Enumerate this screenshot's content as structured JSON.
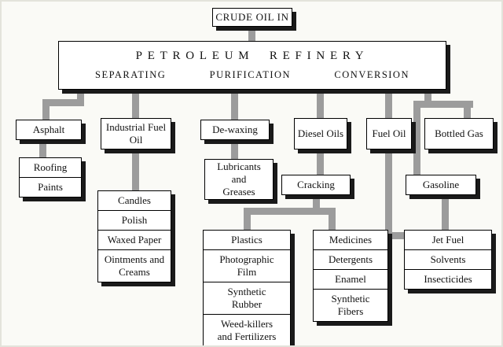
{
  "diagram": {
    "crude": "CRUDE OIL IN",
    "refinery": {
      "title": "PETROLEUM REFINERY",
      "processes": [
        "SEPARATING",
        "PURIFICATION",
        "CONVERSION"
      ]
    },
    "products": {
      "asphalt": "Asphalt",
      "industrial_fuel_oil": "Industrial Fuel Oil",
      "de_waxing": "De-waxing",
      "diesel_oils": "Diesel Oils",
      "fuel_oil": "Fuel Oil",
      "bottled_gas": "Bottled Gas",
      "lubricants": "Lubricants and Greases",
      "cracking": "Cracking",
      "gasoline": "Gasoline"
    },
    "lists": {
      "asphalt_products": [
        "Roofing",
        "Paints"
      ],
      "wax_products": [
        "Candles",
        "Polish",
        "Waxed Paper",
        "Ointments and Creams"
      ],
      "cracking_products_left": [
        "Plastics",
        "Photographic Film",
        "Synthetic Rubber",
        "Weed-killers and Fertilizers"
      ],
      "cracking_products_right": [
        "Medicines",
        "Detergents",
        "Enamel",
        "Synthetic Fibers"
      ],
      "fuel_products": [
        "Jet Fuel",
        "Solvents",
        "Insecticides"
      ]
    },
    "colors": {
      "connector": "#9c9c9c",
      "box_border": "#000000",
      "shadow": "#1a1a1a",
      "background": "#fafaf6"
    }
  }
}
